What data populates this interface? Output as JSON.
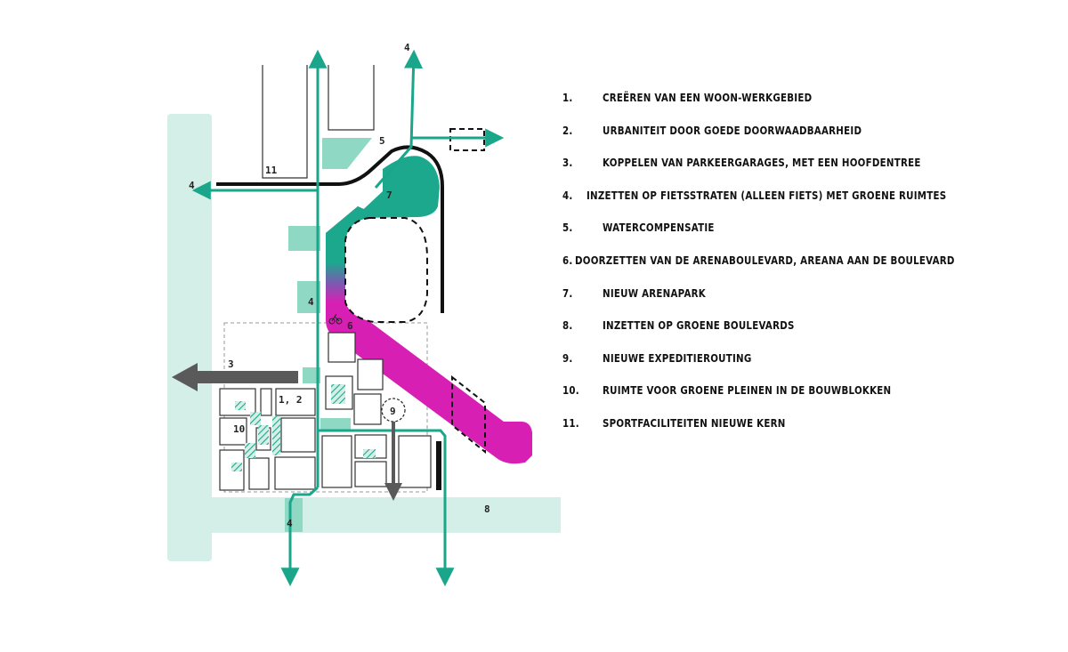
{
  "colors": {
    "light_green": "#d3efe7",
    "mid_green": "#8ed8c4",
    "teal": "#1ba88d",
    "magenta": "#d81fb4",
    "route_green": "#1aa68a",
    "dark_gray": "#5a5a5a",
    "black": "#111111"
  },
  "map": {
    "labels": {
      "n4_top": "4",
      "n4_left": "4",
      "n4_mid": "4",
      "n4_bottom": "4",
      "n5": "5",
      "n11": "11",
      "n7": "7",
      "n6": "6",
      "n3": "3",
      "n12": "1, 2",
      "n10": "10",
      "n9": "9",
      "n8": "8"
    },
    "icons": {
      "bicycle": "bicycle-icon"
    }
  },
  "legend": [
    {
      "num": "1.",
      "text": "CREËREN VAN EEN WOON-WERKGEBIED"
    },
    {
      "num": "2.",
      "text": "URBANITEIT DOOR GOEDE DOORWAADBAARHEID"
    },
    {
      "num": "3.",
      "text": "KOPPELEN VAN PARKEERGARAGES, MET EEN HOOFDENTREE"
    },
    {
      "num": "4.",
      "text": "INZETTEN OP FIETSSTRATEN (ALLEEN FIETS) MET GROENE RUIMTES"
    },
    {
      "num": "5.",
      "text": "WATERCOMPENSATIE"
    },
    {
      "num": "6.",
      "text": "DOORZETTEN VAN DE ARENABOULEVARD, AREANA AAN DE BOULEVARD"
    },
    {
      "num": "7.",
      "text": "NIEUW ARENAPARK"
    },
    {
      "num": "8.",
      "text": "INZETTEN OP GROENE BOULEVARDS"
    },
    {
      "num": "9.",
      "text": "NIEUWE EXPEDITIEROUTING"
    },
    {
      "num": "10.",
      "text": "RUIMTE VOOR GROENE PLEINEN IN DE BOUWBLOKKEN"
    },
    {
      "num": "11.",
      "text": "SPORTFACILITEITEN NIEUWE KERN"
    }
  ]
}
